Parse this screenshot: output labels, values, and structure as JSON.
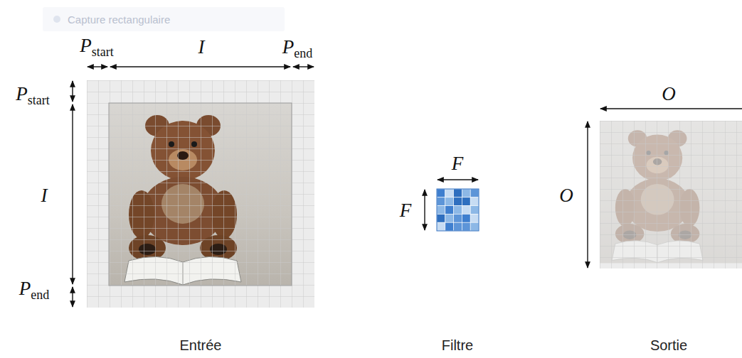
{
  "diagram": {
    "labels": [
      "Capture rectangulaire",
      "P",
      "start",
      "I",
      "P",
      "end",
      "P",
      "start",
      "I",
      "P",
      "end",
      "F",
      "F",
      "O",
      "O",
      "Entrée",
      "Filtre",
      "Sortie"
    ]
  }
}
